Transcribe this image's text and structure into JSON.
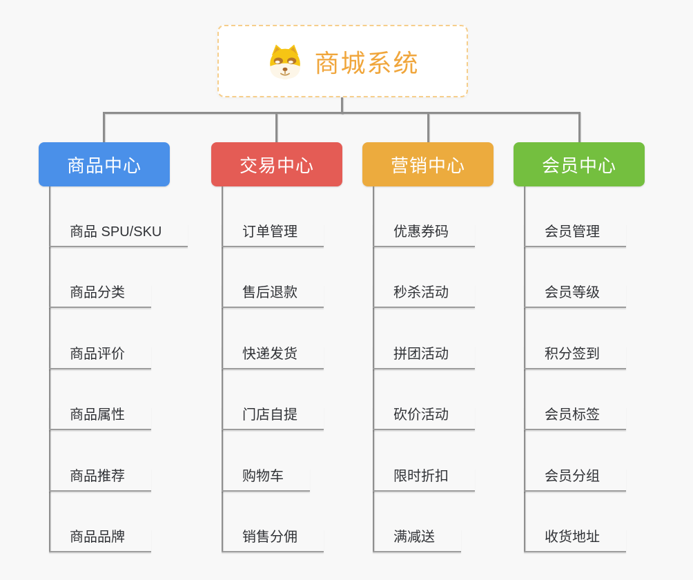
{
  "background_color": "#f8f8f8",
  "connector_color": "#8d8d8d",
  "underline_color": "#9c9c9c",
  "item_text_color": "#303236",
  "root": {
    "title": "商城系统",
    "icon": "dog-face-icon",
    "text_color": "#f0a63c",
    "border_color": "#f6ce8b",
    "background": "#ffffff"
  },
  "branches": [
    {
      "label": "商品中心",
      "color": "#4a90e9",
      "items": [
        "商品 SPU/SKU",
        "商品分类",
        "商品评价",
        "商品属性",
        "商品推荐",
        "商品品牌"
      ]
    },
    {
      "label": "交易中心",
      "color": "#e45c55",
      "items": [
        "订单管理",
        "售后退款",
        "快递发货",
        "门店自提",
        "购物车",
        "销售分佣"
      ]
    },
    {
      "label": "营销中心",
      "color": "#ecab3e",
      "items": [
        "优惠券码",
        "秒杀活动",
        "拼团活动",
        "砍价活动",
        "限时折扣",
        "满减送"
      ]
    },
    {
      "label": "会员中心",
      "color": "#74bf3f",
      "items": [
        "会员管理",
        "会员等级",
        "积分签到",
        "会员标签",
        "会员分组",
        "收货地址"
      ]
    }
  ]
}
